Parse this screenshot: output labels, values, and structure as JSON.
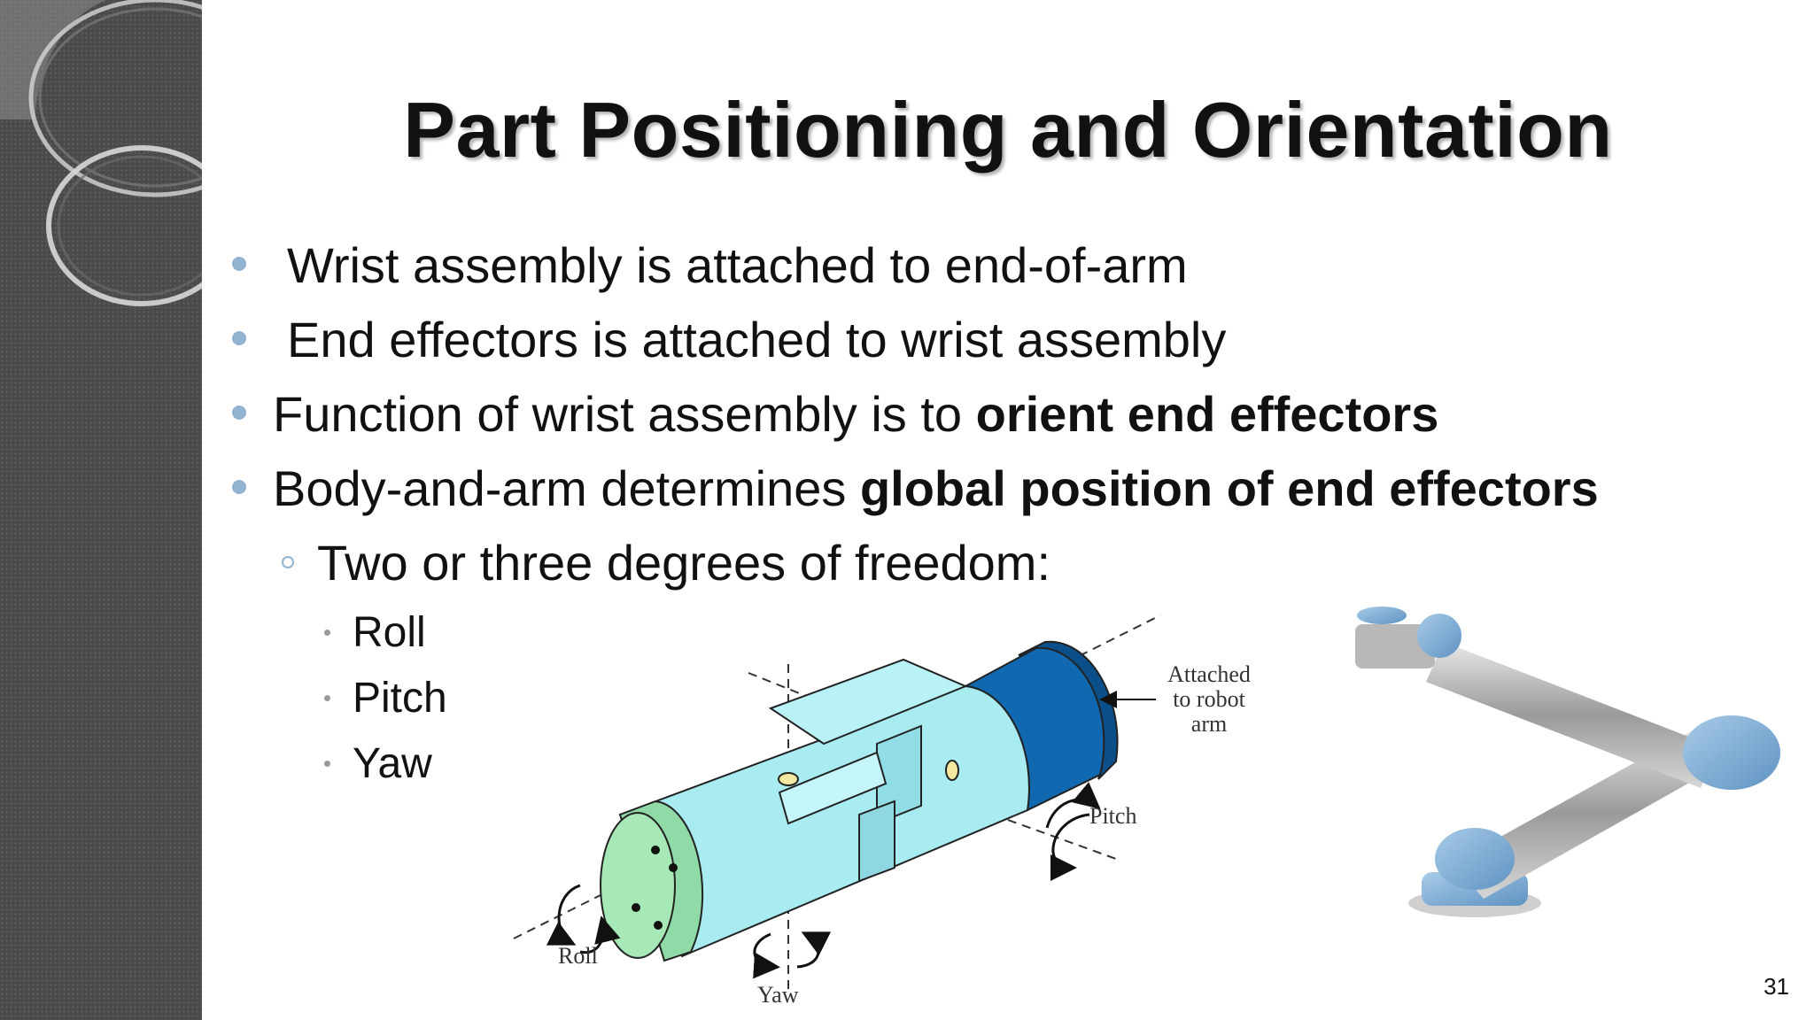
{
  "slide": {
    "title": "Part Positioning and Orientation",
    "page_number": "31"
  },
  "bullets": [
    {
      "text": "Wrist assembly is attached to end-of-arm"
    },
    {
      "text": "End effectors is attached to wrist assembly"
    },
    {
      "text_normal": "Function of wrist assembly is to ",
      "text_bold": "orient end effectors"
    },
    {
      "text_normal": "Body-and-arm determines ",
      "text_bold": "global position of end effectors"
    }
  ],
  "sub_bullet": {
    "text": "Two or three degrees of freedom:"
  },
  "dof_items": [
    {
      "text": "Roll"
    },
    {
      "text": "Pitch"
    },
    {
      "text": "Yaw"
    }
  ],
  "diagram": {
    "label_attached_line1": "Attached",
    "label_attached_line2": "to robot",
    "label_attached_line3": "arm",
    "label_pitch": "Pitch",
    "label_roll": "Roll",
    "label_yaw": "Yaw"
  },
  "colors": {
    "bullet_accent": "#92b3cf",
    "wrist_body": "#a8ecf2",
    "wrist_tip": "#a6e8b6",
    "wrist_collar": "#0e64a8",
    "side_panel": "#4a4a4a"
  }
}
